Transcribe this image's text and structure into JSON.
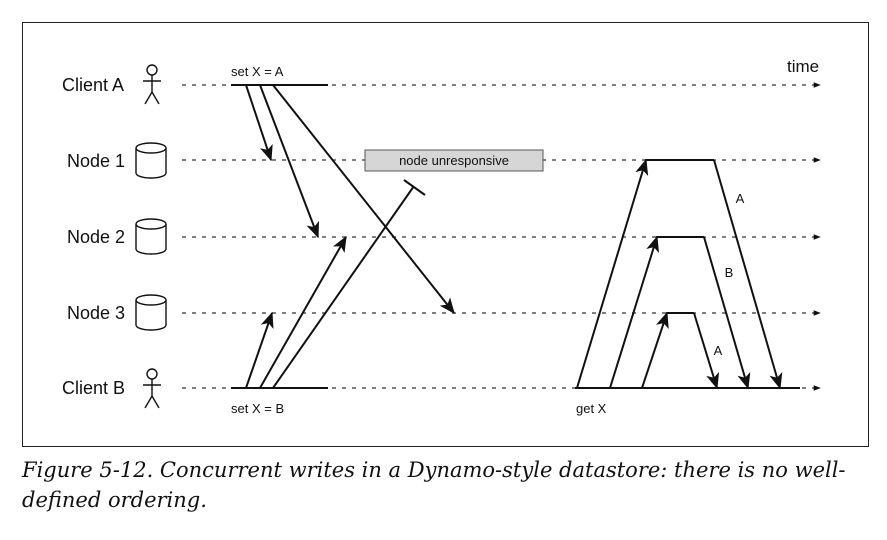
{
  "diagram": {
    "time_label": "time",
    "rows": [
      {
        "label": "Client A",
        "kind": "client"
      },
      {
        "label": "Node 1",
        "kind": "node"
      },
      {
        "label": "Node 2",
        "kind": "node"
      },
      {
        "label": "Node 3",
        "kind": "node"
      },
      {
        "label": "Client B",
        "kind": "client"
      }
    ],
    "ops": {
      "set_a": "set X = A",
      "set_b": "set X = B",
      "get": "get X"
    },
    "unresponsive_label": "node unresponsive",
    "response_labels": {
      "node1": "A",
      "node2": "B",
      "node3": "A"
    }
  },
  "caption": "Figure 5-12. Concurrent writes in a Dynamo-style datastore: there is no well-defined ordering."
}
